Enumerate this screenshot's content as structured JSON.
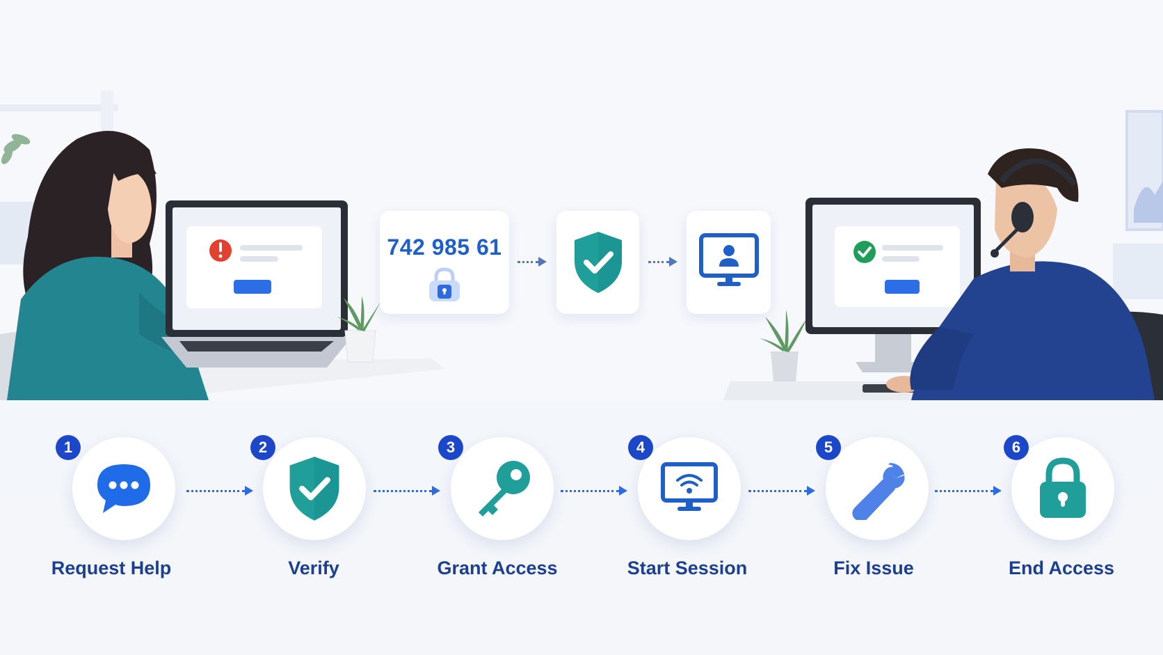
{
  "access_code": "742 985 61",
  "steps": [
    {
      "number": "1",
      "label": "Request Help",
      "icon": "chat-bubble-icon"
    },
    {
      "number": "2",
      "label": "Verify",
      "icon": "shield-check-icon"
    },
    {
      "number": "3",
      "label": "Grant Access",
      "icon": "key-icon"
    },
    {
      "number": "4",
      "label": "Start Session",
      "icon": "monitor-wifi-icon"
    },
    {
      "number": "5",
      "label": "Fix Issue",
      "icon": "wrench-icon"
    },
    {
      "number": "6",
      "label": "End Access",
      "icon": "padlock-icon"
    }
  ],
  "colors": {
    "primary_blue": "#1f5fc8",
    "badge_blue": "#1d47c9",
    "teal": "#1f9e9a",
    "label_navy": "#1c3f8f",
    "error_red": "#e2412f",
    "success_green": "#1f9e5a"
  }
}
